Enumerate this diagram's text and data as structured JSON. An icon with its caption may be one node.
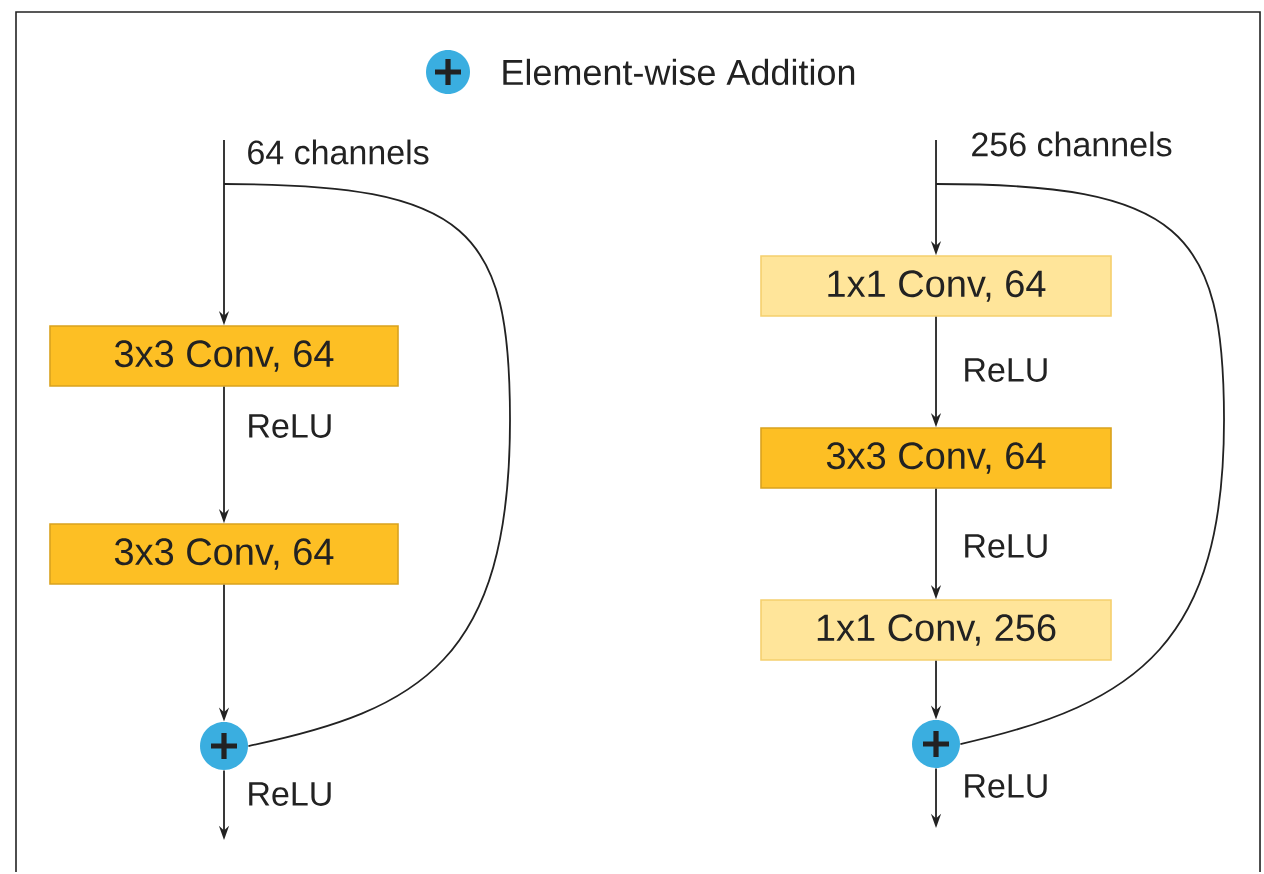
{
  "diagram": {
    "nodes": [
      {
        "text": [
          "3x3 Conv, 64"
        ]
      },
      {
        "text": [
          "3x3 Conv, 64"
        ]
      },
      {
        "text": [],
        "shape": "circle"
      },
      {
        "text": [
          "1x1 Conv, 64"
        ]
      },
      {
        "text": [
          "3x3 Conv, 64"
        ]
      },
      {
        "text": [
          "1x1 Conv, 256"
        ]
      },
      {
        "text": [],
        "shape": "circle"
      }
    ],
    "edges": [
      {
        "from": null,
        "to": 0,
        "arrow": "to",
        "label": "64 channels"
      },
      {
        "from": 0,
        "to": 1,
        "arrow": "to",
        "label": "ReLU"
      },
      {
        "from": 1,
        "to": 2,
        "arrow": "to"
      },
      {
        "from": null,
        "to": 2,
        "arrow": "none"
      },
      {
        "from": 2,
        "to": null,
        "arrow": "to",
        "label": "ReLU"
      },
      {
        "from": null,
        "to": 3,
        "arrow": "to",
        "label": "256 channels"
      },
      {
        "from": 3,
        "to": 4,
        "arrow": "to",
        "label": "ReLU"
      },
      {
        "from": 4,
        "to": 5,
        "arrow": "to",
        "label": "ReLU"
      },
      {
        "from": 5,
        "to": 6,
        "arrow": "to"
      },
      {
        "from": null,
        "to": 6,
        "arrow": "none"
      },
      {
        "from": 6,
        "to": null,
        "arrow": "to",
        "label": "ReLU"
      }
    ],
    "legend": [
      {
        "text": "Element-wise Addition"
      }
    ]
  }
}
